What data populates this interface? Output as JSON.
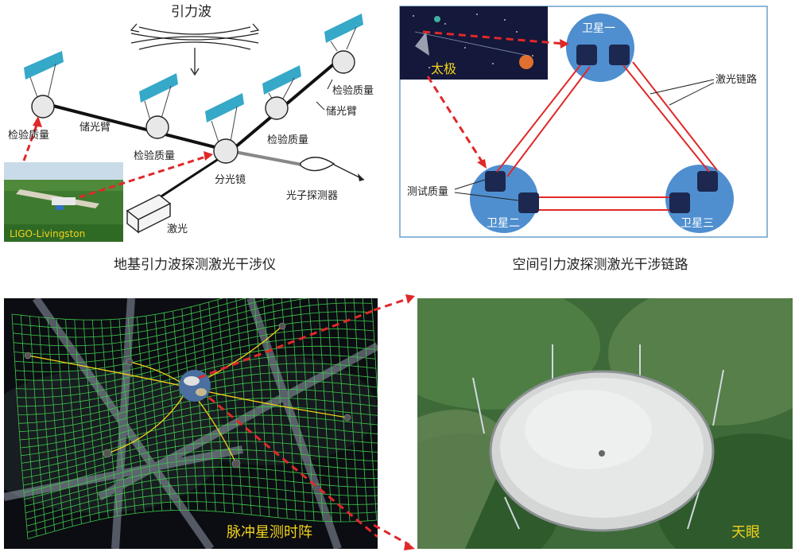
{
  "ligo": {
    "wave_label": "引力波",
    "test_mass": "检验质量",
    "arm": "储光臂",
    "splitter": "分光镜",
    "detector": "光子探测器",
    "laser": "激光",
    "photo_label": "LIGO-Livingston"
  },
  "space": {
    "sat1": "卫星一",
    "sat2": "卫星二",
    "sat3": "卫星三",
    "taiji": "太极",
    "link": "激光链路",
    "test_mass": "测试质量"
  },
  "captions": {
    "ground": "地基引力波探测激光干涉仪",
    "space": "空间引力波探测激光干涉链路"
  },
  "pulsar": {
    "label": "脉冲星测时阵"
  },
  "fast": {
    "label": "天眼"
  },
  "colors": {
    "mirror": "#36a8c8",
    "satellite": "#4f8fd0",
    "link": "#e02828",
    "highlight": "#f2d21a",
    "grid": "#3fc84a"
  }
}
